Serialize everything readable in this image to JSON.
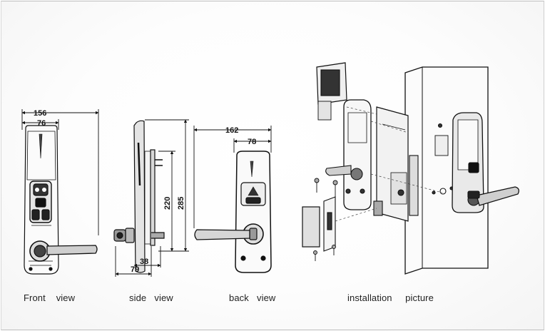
{
  "captions": {
    "front": "Front    view",
    "side": "side   view",
    "back": "back   view",
    "install": "installation     picture"
  },
  "dims": {
    "front_overall": "156",
    "front_inner": "76",
    "side_220": "220",
    "side_285": "285",
    "side_38": "38",
    "side_79": "79",
    "back_overall": "162",
    "back_inner": "78"
  }
}
